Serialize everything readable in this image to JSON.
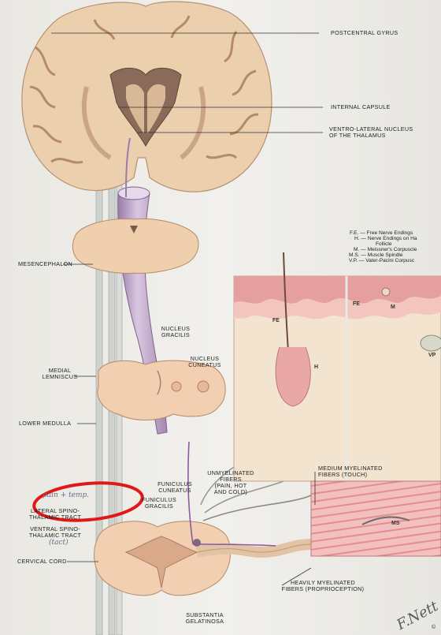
{
  "labels": {
    "postcentral_gyrus": "POSTCENTRAL GYRUS",
    "internal_capsule": "INTERNAL CAPSULE",
    "ventrolateral_1": "VENTRO-LATERAL NUCLEUS",
    "ventrolateral_2": "OF THE THALAMUS",
    "mesencephalon": "MESENCEPHALON",
    "nucleus_gracilis_1": "NUCLEUS",
    "nucleus_gracilis_2": "GRACILIS",
    "nucleus_cuneatus_1": "NUCLEUS",
    "nucleus_cuneatus_2": "CUNEATUS",
    "medial_lemniscus_1": "MEDIAL",
    "medial_lemniscus_2": "LEMNISCUS",
    "lower_medulla": "LOWER MEDULLA",
    "unmyelinated_1": "UNMYELINATED",
    "unmyelinated_2": "FIBERS",
    "unmyelinated_3": "(PAIN, HOT",
    "unmyelinated_4": "AND COLD)",
    "funiculus_cuneatus_1": "FUNICULUS",
    "funiculus_cuneatus_2": "CUNEATUS",
    "funiculus_gracilis_1": "FUNICULUS",
    "funiculus_gracilis_2": "GRACILIS",
    "medium_myelinated_1": "MEDIUM MYELINATED",
    "medium_myelinated_2": "FIBERS (TOUCH)",
    "lateral_spino_1": "LATERAL SPINO-",
    "lateral_spino_2": "THALAMIC TRACT",
    "ventral_spino_1": "VENTRAL SPINO-",
    "ventral_spino_2": "THALAMIC TRACT",
    "cervical_cord": "CERVICAL CORD",
    "heavily_myelinated_1": "HEAVILY MYELINATED",
    "heavily_myelinated_2": "FIBERS (PROPRIOCEPTION)",
    "substantia_1": "SUBSTANTIA",
    "substantia_2": "GELATINOSA"
  },
  "legend": [
    "F.E. — Free Nerve Endings",
    "H. — Nerve Endings on Ha",
    "Follicle",
    "M. — Meissner's Corpuscle",
    "M.S. — Muscle Spindle",
    "V.P. — Vater-Pacini Corpusc"
  ],
  "tissue_letters": {
    "fe_left": "FE",
    "fe_right": "FE",
    "h": "H",
    "m": "M",
    "vp": "VP",
    "ms": "MS"
  },
  "handwritten": {
    "pain_temp": "pain + temp.",
    "tact": "(tact)"
  },
  "signature": "F.Nett",
  "corner_mark": "©",
  "colors": {
    "background": "#ecebe6",
    "brain": "#e8c9a8",
    "gray_matter": "#c89e78",
    "tract_purple": "#b79cc4",
    "skin_pink": "#e9a7a8",
    "annotation_circle": "#e01818"
  }
}
